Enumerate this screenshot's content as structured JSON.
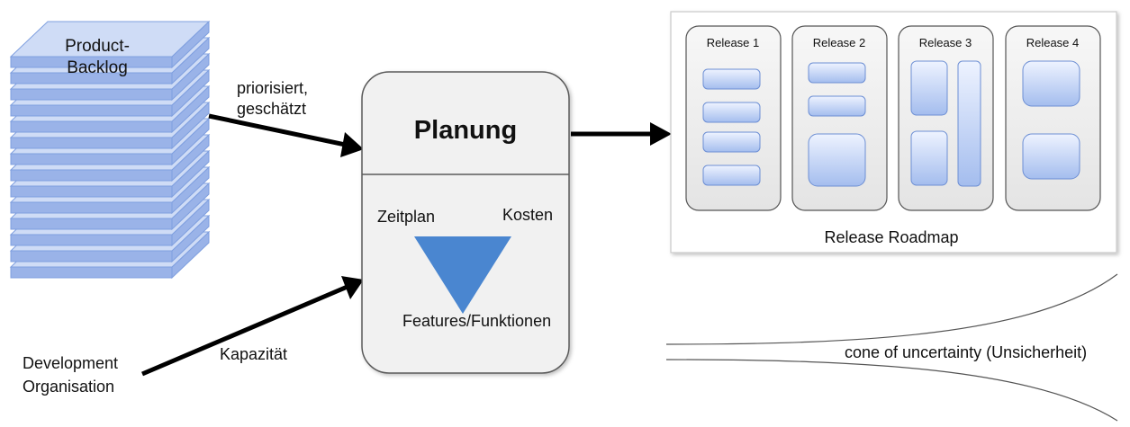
{
  "colors": {
    "backlog_sheet_top": "#cfdcf6",
    "backlog_sheet_side": "#9ab3e8",
    "backlog_sheet_edge": "#7f9fdf",
    "box_fill": "#f1f1f1",
    "box_border": "#5a5a5a",
    "item_fill_top": "#e6eeff",
    "item_fill_bottom": "#a7c0ee",
    "item_border": "#6d8fd4",
    "triangle": "#4a86d0",
    "arrow": "#000000",
    "roadmap_border": "#c9c9c9"
  },
  "backlog": {
    "title_line1": "Product-",
    "title_line2": "Backlog",
    "icon": "stacked-sheets-icon"
  },
  "arrow_labels": {
    "prioritized_line1": "priorisiert,",
    "prioritized_line2": "geschätzt",
    "capacity": "Kapazität"
  },
  "development": {
    "line1": "Development",
    "line2": "Organisation"
  },
  "planning": {
    "title": "Planung",
    "schedule": "Zeitplan",
    "cost": "Kosten",
    "features": "Features/Funktionen",
    "icon": "triangle-icon"
  },
  "roadmap": {
    "label": "Release Roadmap",
    "releases": [
      {
        "label": "Release 1"
      },
      {
        "label": "Release 2"
      },
      {
        "label": "Release 3"
      },
      {
        "label": "Release 4"
      }
    ]
  },
  "cone": {
    "label": "cone of uncertainty (Unsicherheit)"
  }
}
